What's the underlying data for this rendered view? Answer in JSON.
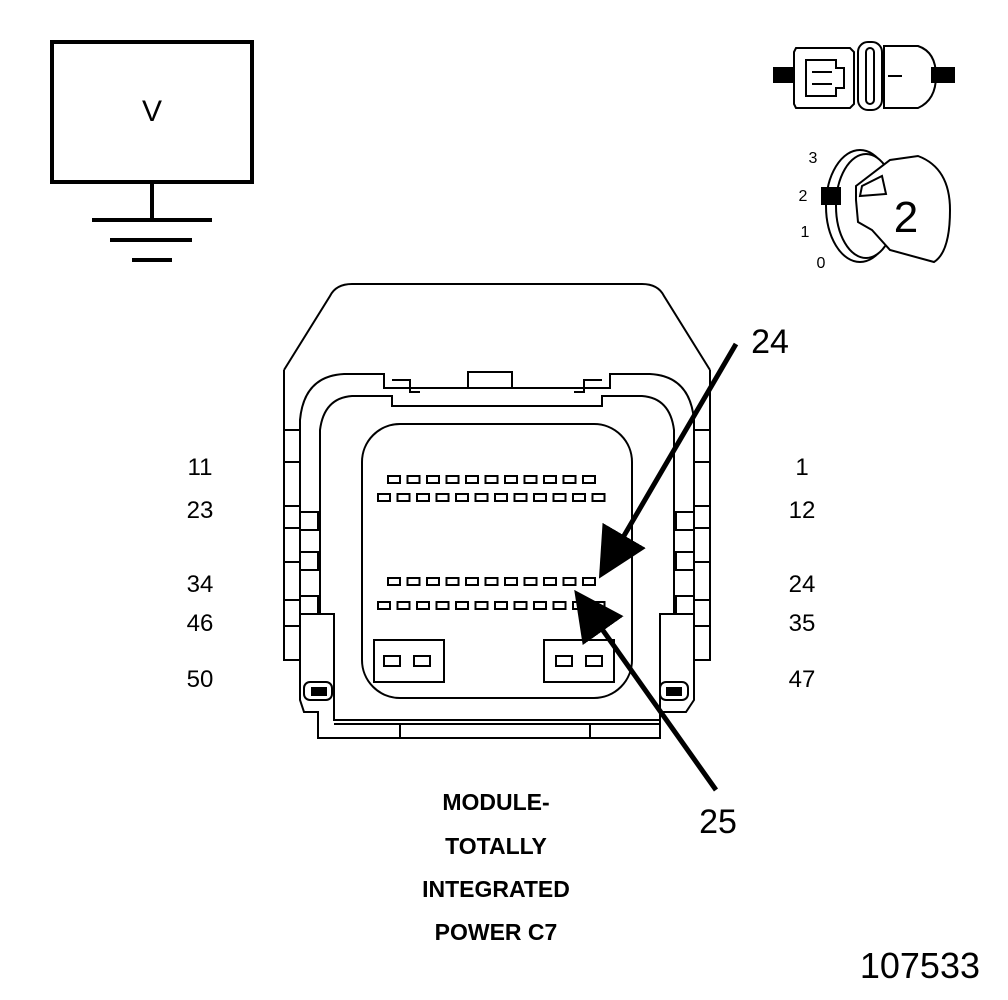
{
  "voltmeter": {
    "symbol": "V",
    "icon": "voltmeter-icon",
    "ground_icon": "ground-icon"
  },
  "ignition": {
    "connector_icon": "connector-disconnected-icon",
    "key_icon": "ignition-key-icon",
    "positions": [
      "3",
      "2",
      "1",
      "0"
    ],
    "selected_position": "2"
  },
  "connector": {
    "pin_labels_left": [
      "11",
      "23",
      "34",
      "46",
      "50"
    ],
    "pin_labels_right": [
      "1",
      "12",
      "24",
      "35",
      "47"
    ]
  },
  "callouts": {
    "upper": "24",
    "lower": "25"
  },
  "title_lines": [
    "MODULE-",
    "TOTALLY",
    "INTEGRATED",
    "POWER C7"
  ],
  "figure_id": "107533"
}
